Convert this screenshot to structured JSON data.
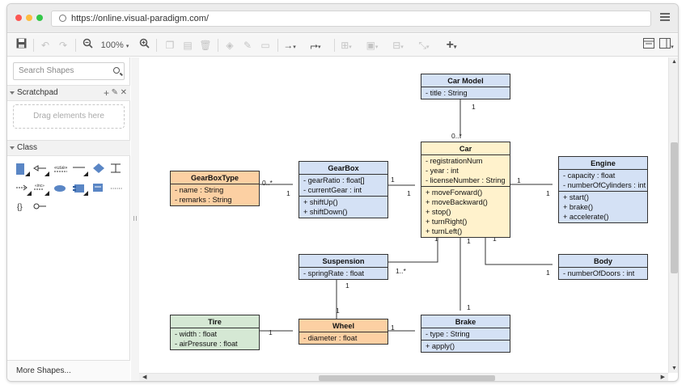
{
  "browser": {
    "url": "https://online.visual-paradigm.com/"
  },
  "toolbar": {
    "zoom": "100%"
  },
  "sidebar": {
    "search_placeholder": "Search Shapes",
    "scratchpad_title": "Scratchpad",
    "scratchpad_hint": "Drag elements here",
    "class_section_title": "Class",
    "more_shapes": "More Shapes..."
  },
  "colors": {
    "blue": "#d4e1f5",
    "orange": "#fcd0a3",
    "yellow": "#fff2cc",
    "green": "#d5e8d4",
    "accent": "#3a7ad1"
  },
  "diagram": {
    "classes": [
      {
        "id": "car-model",
        "name": "Car Model",
        "color": "blue",
        "attributes": [
          "- title : String"
        ],
        "operations": []
      },
      {
        "id": "car",
        "name": "Car",
        "color": "yellow",
        "attributes": [
          "- registrationNum",
          "- year : int",
          "- licenseNumber : String"
        ],
        "operations": [
          "+ moveForward()",
          "+ moveBackward()",
          "+ stop()",
          "+ turnRight()",
          "+ turnLeft()"
        ]
      },
      {
        "id": "gearboxtype",
        "name": "GearBoxType",
        "color": "orange",
        "attributes": [
          "- name : String",
          "- remarks : String"
        ],
        "operations": []
      },
      {
        "id": "gearbox",
        "name": "GearBox",
        "color": "blue",
        "attributes": [
          "- gearRatio : float[]",
          "- currentGear : int"
        ],
        "operations": [
          "+ shiftUp()",
          "+ shiftDown()"
        ]
      },
      {
        "id": "engine",
        "name": "Engine",
        "color": "blue",
        "attributes": [
          "- capacity : float",
          "- numberOfCylinders : int"
        ],
        "operations": [
          "+ start()",
          "+ brake()",
          "+ accelerate()"
        ]
      },
      {
        "id": "suspension",
        "name": "Suspension",
        "color": "blue",
        "attributes": [
          "- springRate : float"
        ],
        "operations": []
      },
      {
        "id": "body",
        "name": "Body",
        "color": "blue",
        "attributes": [
          "- numberOfDoors : int"
        ],
        "operations": []
      },
      {
        "id": "tire",
        "name": "Tire",
        "color": "green",
        "attributes": [
          "- width : float",
          "- airPressure : float"
        ],
        "operations": []
      },
      {
        "id": "wheel",
        "name": "Wheel",
        "color": "orange",
        "attributes": [
          "- diameter : float"
        ],
        "operations": []
      },
      {
        "id": "brake",
        "name": "Brake",
        "color": "blue",
        "attributes": [
          "- type : String"
        ],
        "operations": [
          "+ apply()"
        ]
      }
    ],
    "multiplicities": {
      "carmodel_end": "1",
      "car_model_end": "0..*",
      "gbtype_end": "0..*",
      "gearbox_gbtype_end": "1",
      "gearbox_car_end": "1",
      "car_gearbox_end": "1",
      "car_engine_end": "1",
      "engine_end": "1",
      "car_susp_end": "1",
      "susp_car_end": "1..*",
      "car_brake_end": "1",
      "car_body_end": "1",
      "body_end": "1",
      "susp_wheel_end": "1",
      "wheel_susp_end": "1",
      "tire_end": "1",
      "wheel_brake_end": "1",
      "brake_wheel_end": "1"
    }
  }
}
